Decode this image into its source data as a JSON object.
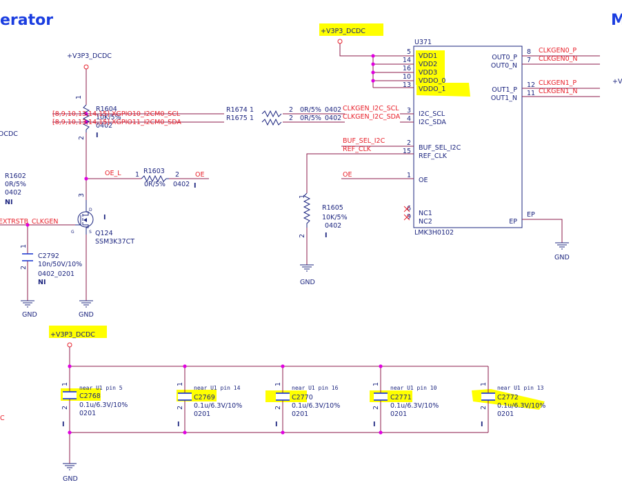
{
  "colors": {
    "wire": "#8b1a4a",
    "text": "#1a237e",
    "net": "#e8202a",
    "junction": "#e000e0",
    "title": "#1a3de0",
    "highlight": "#ffff00",
    "cap": "#1f3bd0"
  },
  "titles": {
    "left": "erator",
    "right": "M"
  },
  "power_labels": {
    "main": "+V3P3_DCDC",
    "r1604": "+V3P3_DCDC",
    "bank": "+V3P3_DCDC",
    "left_cut": "DCDC",
    "right_cut": "+V",
    "left_c": "C"
  },
  "gnd_label": "GND",
  "ic": {
    "ref": "U371",
    "part": "LMK3H0102",
    "pins_left": [
      {
        "num": "5",
        "name": "VDD1"
      },
      {
        "num": "14",
        "name": "VDD2"
      },
      {
        "num": "16",
        "name": "VDD3"
      },
      {
        "num": "10",
        "name": "VDDO_0"
      },
      {
        "num": "13",
        "name": "VDDO_1"
      },
      {
        "num": "3",
        "name": "I2C_SCL"
      },
      {
        "num": "4",
        "name": "I2C_SDA"
      },
      {
        "num": "2",
        "name": "BUF_SEL_I2C"
      },
      {
        "num": "15",
        "name": "REF_CLK"
      },
      {
        "num": "1",
        "name": "OE"
      },
      {
        "num": "6",
        "name": "NC1"
      },
      {
        "num": "9",
        "name": "NC2"
      }
    ],
    "pins_right": [
      {
        "num": "8",
        "name": "OUT0_P",
        "net": "CLKGEN0_P"
      },
      {
        "num": "7",
        "name": "OUT0_N",
        "net": "CLKGEN0_N"
      },
      {
        "num": "12",
        "name": "OUT1_P",
        "net": "CLKGEN1_P"
      },
      {
        "num": "11",
        "name": "OUT1_N",
        "net": "CLKGEN1_N"
      },
      {
        "num": "",
        "name": "EP",
        "net": "EP"
      }
    ]
  },
  "nets": {
    "xgpio_scl": "[8,9,10,13,14,15]  XGPIO10_I2CM0_SCL",
    "xgpio_sda": "[8,9,10,13,14,15]  XGPIO11_I2CM0_SDA",
    "clk_scl": "CLKGEN_I2C_SCL",
    "clk_sda": "CLKGEN_I2C_SDA",
    "buf_sel": "BUF_SEL_I2C",
    "ref_clk": "REF_CLK",
    "oe": "OE",
    "oe_l": "OE_L",
    "extrstb": "EXTRSTB_CLKGEN"
  },
  "components": {
    "r1604": {
      "ref": "R1604",
      "value": "10K/5%",
      "pkg": "0402",
      "pin1": "1",
      "pin2": "2",
      "mark": "I"
    },
    "r1602": {
      "ref": "R1602",
      "value": "0R/5%",
      "pkg": "0402",
      "mark": "NI"
    },
    "r1603": {
      "ref": "R1603",
      "value": "0R/5%",
      "pkg": "0402",
      "pin1": "1",
      "pin2": "2",
      "mark": "I"
    },
    "r1674": {
      "ref": "R1674",
      "value": "0R/5%",
      "pkg": "0402",
      "pin1": "1",
      "pin2": "2"
    },
    "r1675": {
      "ref": "R1675",
      "value": "0R/5%",
      "pkg": "0402",
      "pin1": "1",
      "pin2": "2"
    },
    "r1605": {
      "ref": "R1605",
      "value": "10K/5%",
      "pkg": "0402",
      "pin1": "1",
      "pin2": "2",
      "mark": "I"
    },
    "q124": {
      "ref": "Q124",
      "part": "SSM3K37CT",
      "pin_d": "D",
      "pin_g": "G",
      "pin_s": "S",
      "pin3": "3",
      "mark": "I"
    },
    "c2792": {
      "ref": "C2792",
      "value": "10n/50V/10%",
      "pkg": "0402_0201",
      "pin1": "1",
      "pin2": "2",
      "mark": "NI"
    }
  },
  "bank_caps": [
    {
      "ref": "C2768",
      "note": "near U1 pin 5",
      "value": "0.1u/6.3V/10%",
      "pkg": "0201"
    },
    {
      "ref": "C2769",
      "note": "near U1 pin 14",
      "value": "0.1u/6.3V/10%",
      "pkg": "0201"
    },
    {
      "ref": "C2770",
      "note": "near U1 pin 16",
      "value": "0.1u/6.3V/10%",
      "pkg": "0201"
    },
    {
      "ref": "C2771",
      "note": "near U1 pin 10",
      "value": "0.1u/6.3V/10%",
      "pkg": "0201"
    },
    {
      "ref": "C2772",
      "note": "near U1 pin 13",
      "value": "0.1u/6.3V/10%",
      "pkg": "0201"
    }
  ],
  "cap_pin1": "1",
  "cap_pin2": "2",
  "cap_mark": "I"
}
